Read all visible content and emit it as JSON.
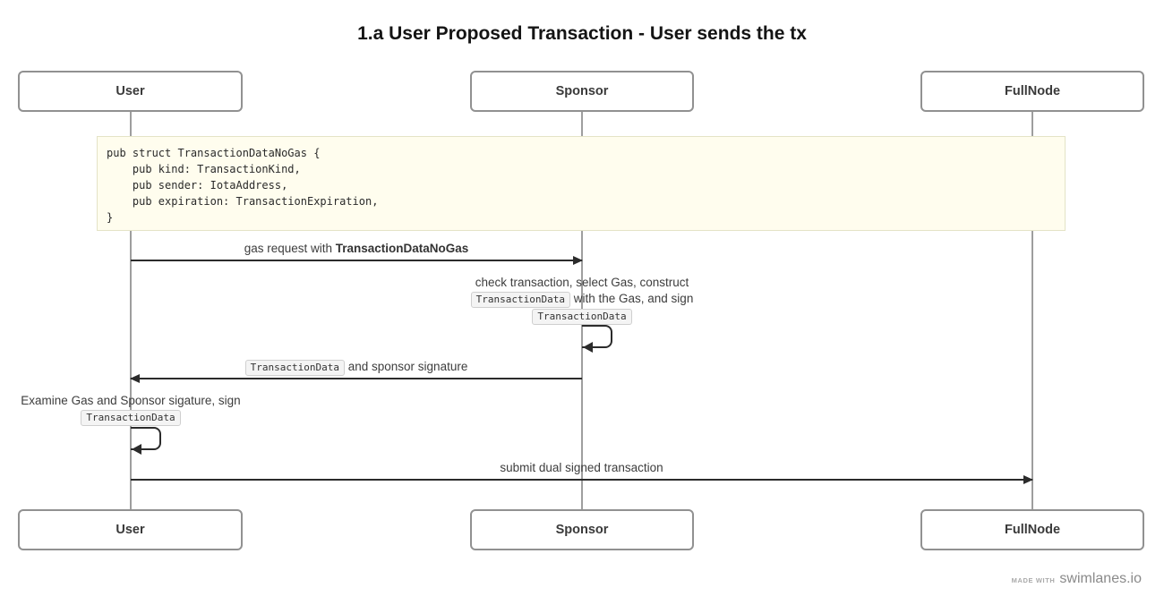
{
  "title": "1.a User Proposed Transaction - User sends the tx",
  "actors": {
    "user": "User",
    "sponsor": "Sponsor",
    "fullnode": "FullNode"
  },
  "note": {
    "code": "pub struct TransactionDataNoGas {\n    pub kind: TransactionKind,\n    pub sender: IotaAddress,\n    pub expiration: TransactionExpiration,\n}"
  },
  "messages": {
    "gas_request": {
      "prefix": "gas request with ",
      "emphasis": "TransactionDataNoGas"
    },
    "sponsor_self": {
      "line1": "check transaction, select Gas, construct",
      "line2_code": "TransactionData",
      "line2_rest": " with the Gas, and sign",
      "line3_code": "TransactionData"
    },
    "sponsor_reply": {
      "code": "TransactionData",
      "rest": " and sponsor signature"
    },
    "user_self": {
      "line1": "Examine Gas and Sponsor sigature, sign",
      "line2_code": "TransactionData"
    },
    "submit": {
      "label": "submit dual signed transaction"
    }
  },
  "footer": {
    "made_with": "made with",
    "brand": "swimlanes.io"
  },
  "colors": {
    "note_bg": "#fffdee",
    "note_border": "#e4e3c6",
    "code_badge_bg": "#f4f4f4",
    "code_badge_border": "#cfcfcf",
    "arrow": "#2b2b2b",
    "lifeline": "#9e9e9e",
    "actor_border": "#919191",
    "text": "#3d3d3d"
  }
}
